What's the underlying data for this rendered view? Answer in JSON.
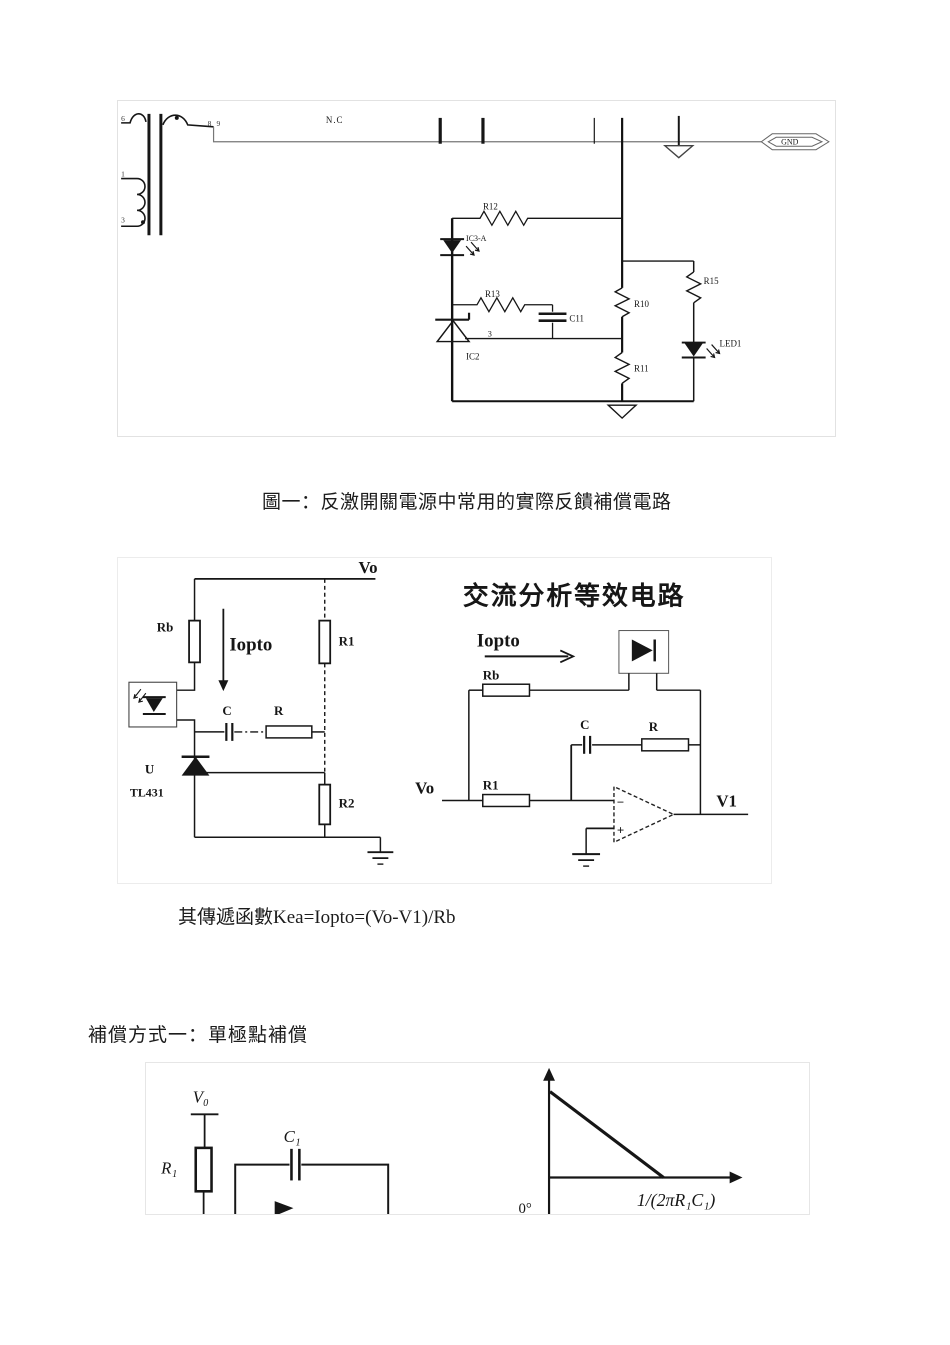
{
  "document": {
    "caption1": "圖一：反激開關電源中常用的實際反饋補償電路",
    "transfer_function": "其傳遞函數Kea=Iopto=(Vo-V1)/Rb",
    "section_heading": "補償方式一：單極點補償"
  },
  "figure1": {
    "pins": {
      "p6": "6",
      "p1": "1",
      "p3": "3",
      "p8": "8",
      "p9": "9"
    },
    "nets": {
      "nc": "N.C",
      "gnd": "GND"
    },
    "components": {
      "r12": "R12",
      "ic3a": "IC3-A",
      "r13": "R13",
      "c11": "C11",
      "ic2": "IC2",
      "ic2_pin3": "3",
      "r10": "R10",
      "r11": "R11",
      "r15": "R15",
      "led1": "LED1"
    }
  },
  "figure2": {
    "title": "交流分析等效电路",
    "left": {
      "vo": "Vo",
      "rb": "Rb",
      "iopto": "Iopto",
      "r1": "R1",
      "c": "C",
      "r": "R",
      "u": "U",
      "tl431": "TL431",
      "r2": "R2"
    },
    "right": {
      "iopto": "Iopto",
      "rb": "Rb",
      "c": "C",
      "r": "R",
      "vo": "Vo",
      "r1": "R1",
      "v1": "V1",
      "minus": "−",
      "plus": "+"
    }
  },
  "figure3": {
    "vo": "V₀",
    "r1": "R₁",
    "c1": "C₁",
    "origin": "0°",
    "pole": "1/(2πR₁C₁)"
  }
}
